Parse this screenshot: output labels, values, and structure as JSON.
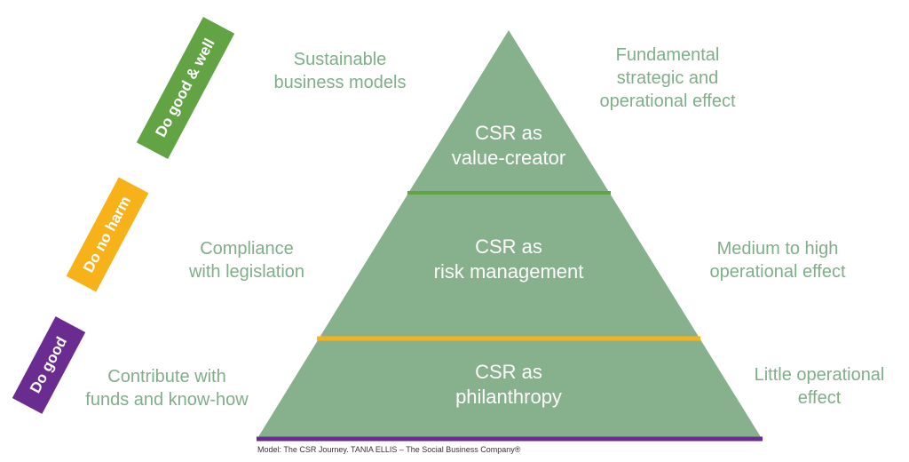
{
  "colors": {
    "pyramid_fill": "#87b08d",
    "text_green": "#7fae8a",
    "do_good_well": "#62a444",
    "do_no_harm": "#f7b21a",
    "do_good": "#6b2c91"
  },
  "tags": {
    "do_good_well": "Do good & well",
    "do_no_harm": "Do no harm",
    "do_good": "Do good"
  },
  "left_labels": {
    "top": [
      "Sustainable",
      "business models"
    ],
    "middle": [
      "Compliance",
      "with legislation"
    ],
    "bottom": [
      "Contribute with",
      "funds and know-how"
    ]
  },
  "right_labels": {
    "top": [
      "Fundamental",
      "strategic and",
      "operational effect"
    ],
    "middle": [
      "Medium to high",
      "operational effect"
    ],
    "bottom": [
      "Little operational",
      "effect"
    ]
  },
  "tiers": {
    "top": [
      "CSR as",
      "value-creator"
    ],
    "middle": [
      "CSR as",
      "risk management"
    ],
    "bottom": [
      "CSR as",
      "philanthropy"
    ]
  },
  "caption": "Model: The CSR Journey. TANIA ELLIS – The Social Business Company®"
}
